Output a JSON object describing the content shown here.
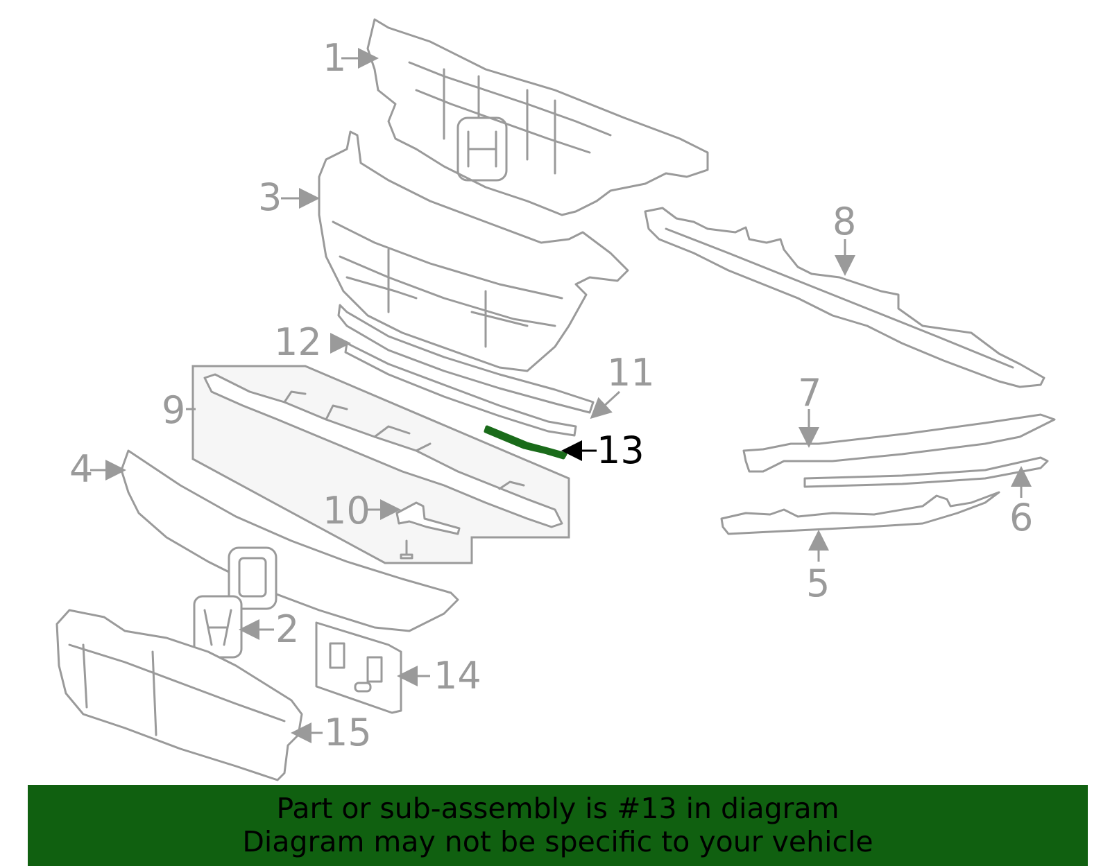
{
  "diagram": {
    "highlight_color": "#1a6b1a",
    "highlighted_part": "13",
    "callouts": [
      "1",
      "2",
      "3",
      "4",
      "5",
      "6",
      "7",
      "8",
      "9",
      "10",
      "11",
      "12",
      "13",
      "14",
      "15"
    ]
  },
  "footer": {
    "background": "#106010",
    "line1": "Part or sub-assembly is #13 in diagram",
    "line2": "Diagram may not be specific to your vehicle"
  }
}
